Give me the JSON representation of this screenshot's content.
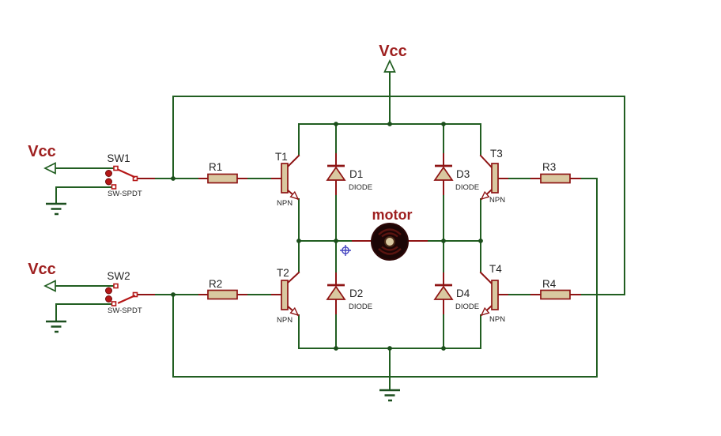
{
  "colors": {
    "background": "#ffffff",
    "wire": "#215e21",
    "junction": "#1c4f1c",
    "component_stroke": "#8e1414",
    "component_fill": "#d9c8a0",
    "pin": "#8e1414",
    "switch_red": "#b51717",
    "label_dark": "#262626",
    "label_red": "#9e1f1f",
    "motor_body": "#1c0606",
    "motor_hub": "#d9c8a0",
    "origin_blue": "#4343c0",
    "ground": "#1c4f1f"
  },
  "power": {
    "vcc_top": "Vcc",
    "vcc_sw1": "Vcc",
    "vcc_sw2": "Vcc"
  },
  "switches": [
    {
      "ref": "SW1",
      "type": "SW-SPDT"
    },
    {
      "ref": "SW2",
      "type": "SW-SPDT"
    }
  ],
  "resistors": [
    {
      "ref": "R1"
    },
    {
      "ref": "R2"
    },
    {
      "ref": "R3"
    },
    {
      "ref": "R4"
    }
  ],
  "transistors": [
    {
      "ref": "T1",
      "type": "NPN"
    },
    {
      "ref": "T2",
      "type": "NPN"
    },
    {
      "ref": "T3",
      "type": "NPN"
    },
    {
      "ref": "T4",
      "type": "NPN"
    }
  ],
  "diodes": [
    {
      "ref": "D1",
      "type": "DIODE"
    },
    {
      "ref": "D2",
      "type": "DIODE"
    },
    {
      "ref": "D3",
      "type": "DIODE"
    },
    {
      "ref": "D4",
      "type": "DIODE"
    }
  ],
  "motor": {
    "label": "motor"
  }
}
